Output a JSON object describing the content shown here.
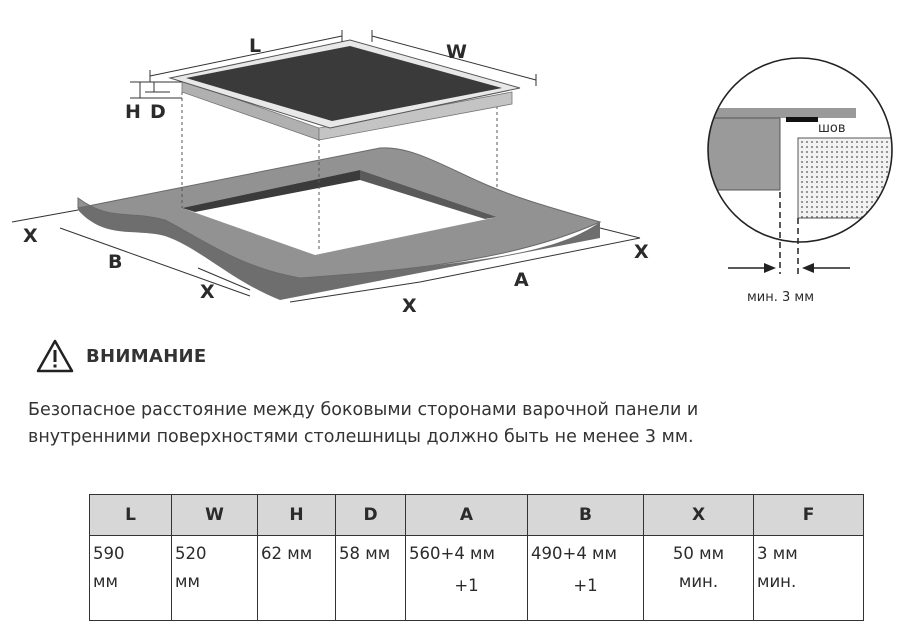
{
  "diagram": {
    "labels": {
      "L": "L",
      "W": "W",
      "H": "H",
      "D": "D",
      "B": "B",
      "A": "A",
      "X": "X"
    },
    "detail": {
      "seam": "шов",
      "min_gap": "мин. 3 мм"
    }
  },
  "warning": {
    "title": "ВНИМАНИЕ",
    "icon": "warning-triangle-icon"
  },
  "note": {
    "line1": "Безопасное расстояние между боковыми сторонами варочной панели и",
    "line2": "внутренними поверхностями столешницы должно быть не менее 3 мм."
  },
  "table_left": {
    "headers": [
      "L",
      "W",
      "H",
      "D",
      "A"
    ],
    "values": [
      [
        "590",
        "мм"
      ],
      [
        "520",
        "мм"
      ],
      [
        "62 мм"
      ],
      [
        "58 мм"
      ],
      [
        "560+4 мм",
        "+1"
      ]
    ]
  },
  "table_right": {
    "headers": [
      "B",
      "X",
      "F"
    ],
    "values": [
      [
        "490+4 мм",
        "+1"
      ],
      [
        "50 мм",
        "мин."
      ],
      [
        "3 мм",
        "мин."
      ]
    ]
  },
  "colors": {
    "hob_top": "#3a3a3a",
    "hob_side": "#a9a9a9",
    "countertop": "#8f8f8f",
    "header_bg": "#d7d7d7"
  }
}
